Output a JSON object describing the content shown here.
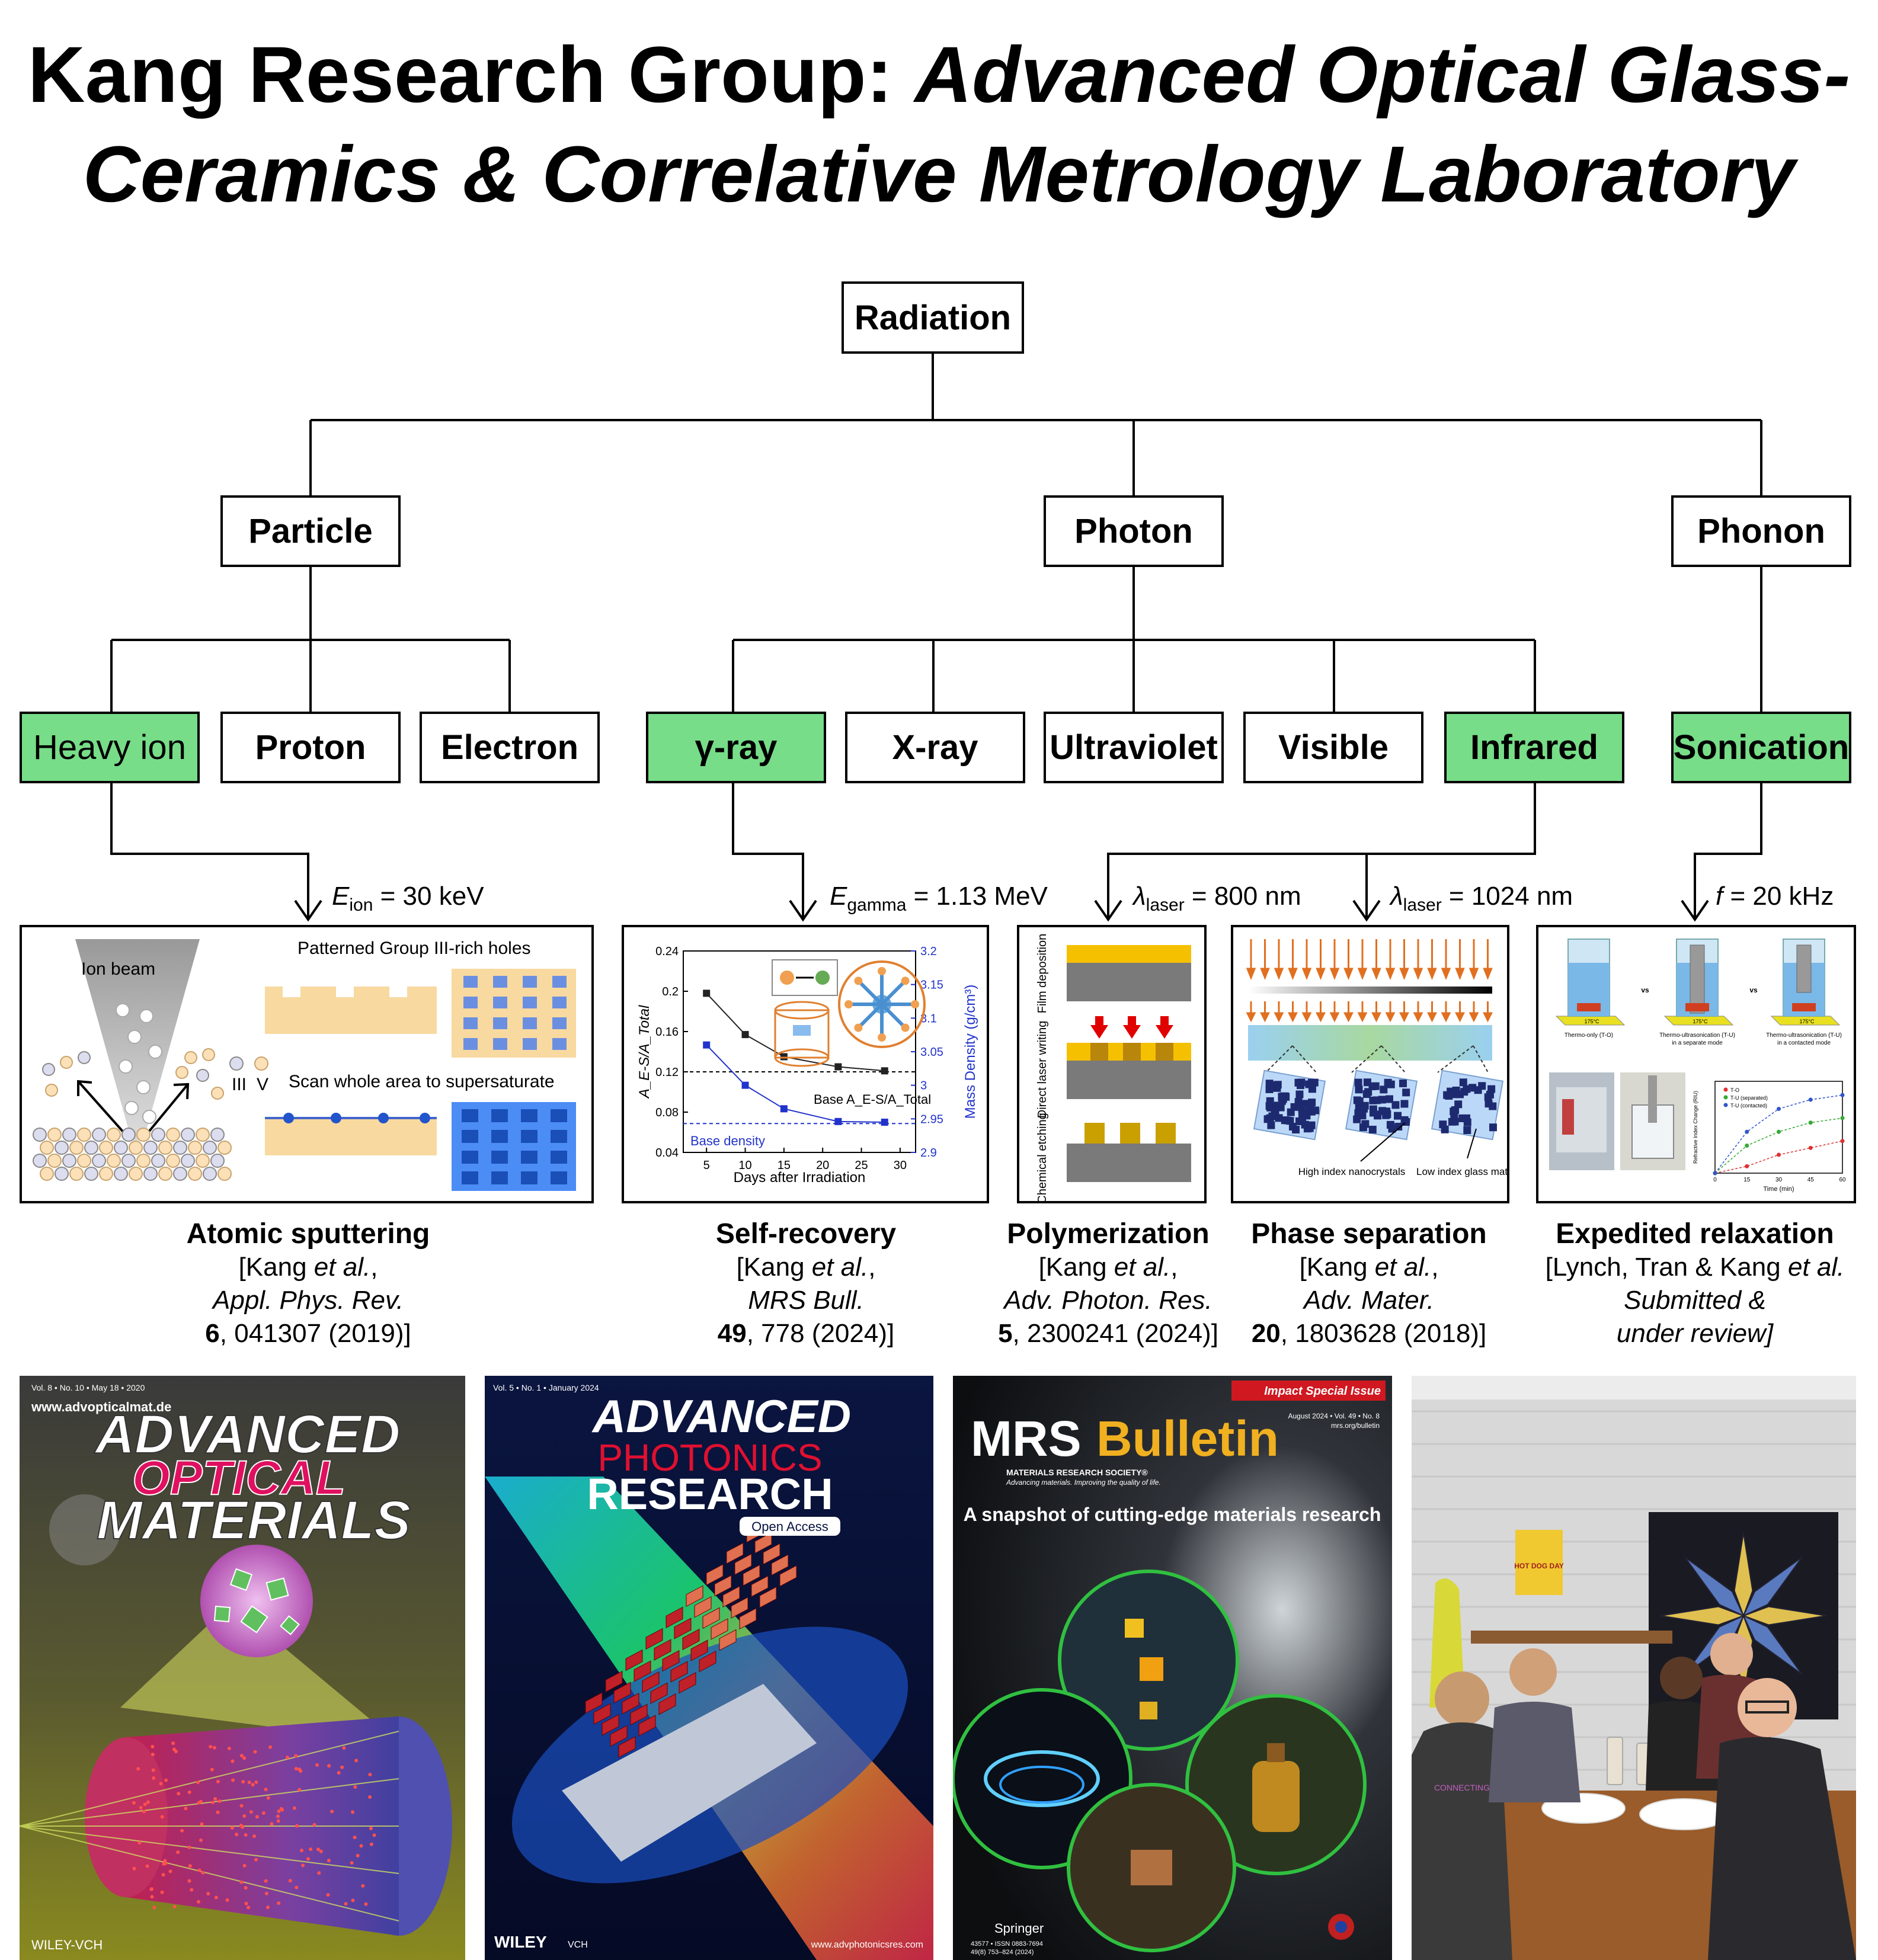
{
  "title": {
    "prefix": "Kang Research Group: ",
    "italic1": "Advanced Optical Glass-",
    "italic2": "Ceramics & Correlative Metrology Laboratory"
  },
  "tree": {
    "root": "Radiation",
    "level1": [
      "Particle",
      "Photon",
      "Phonon"
    ],
    "particle": [
      "Heavy ion",
      "Proton",
      "Electron"
    ],
    "photon": [
      "γ-ray",
      "X-ray",
      "Ultraviolet",
      "Visible",
      "Infrared"
    ],
    "phonon": [
      "Sonication"
    ],
    "highlighted": [
      "Heavy ion",
      "γ-ray",
      "Infrared",
      "Sonication"
    ],
    "highlight_color": "#77dd88"
  },
  "conditions": {
    "ion": {
      "sym": "E",
      "sub": "ion",
      "rest": " = 30 keV"
    },
    "gamma": {
      "sym": "E",
      "sub": "gamma",
      "rest": " = 1.13 MeV"
    },
    "laser800": {
      "sym": "λ",
      "sub": "laser",
      "rest": " = 800 nm"
    },
    "laser1024": {
      "sym": "λ",
      "sub": "laser",
      "rest": " = 1024 nm"
    },
    "freq": {
      "sym": "f",
      "rest": " = 20 kHz"
    }
  },
  "panels": {
    "sputter": {
      "ion_beam": "Ion beam",
      "patterned": "Patterned Group III-rich holes",
      "scan": "Scan whole area to supersaturate",
      "legend_iii": "III",
      "legend_v": "V"
    },
    "recovery": {
      "xlabel": "Days after Irradiation",
      "ylabel_left": "A_E-S/A_Total",
      "ylabel_right": "Mass Density (g/cm³)",
      "base_ratio": "Base A_E-S/A_Total",
      "base_density": "Base density"
    },
    "polymerization": {
      "step1": "Film deposition",
      "step2": "Direct laser writing",
      "step3": "Chemical etching"
    },
    "phase": {
      "high_index": "High index nanocrystals",
      "low_index": "Low index glass matrix"
    },
    "relaxation": {
      "b1": "Thermo-only (T-O)",
      "b2": "Thermo-ultrasonication (T-U) in a separate mode",
      "b3": "Thermo-ultrasonication (T-U) in a contacted mode",
      "vs": "vs",
      "temp": "175°C",
      "xlabel": "Time (min)",
      "ylabel": "Refractive Index Change (RIU)",
      "legend": [
        "T-O",
        "T-U (separated)",
        "T-U (contacted)"
      ]
    }
  },
  "chart_data": [
    {
      "type": "line",
      "x": [
        5,
        10,
        15,
        22,
        28
      ],
      "xlabel": "Days after Irradiation",
      "xlim": [
        2,
        32
      ],
      "series": [
        {
          "name": "A_E-S/A_Total",
          "axis": "left",
          "values": [
            0.198,
            0.157,
            0.135,
            0.125,
            0.121
          ],
          "color": "#222222"
        },
        {
          "name": "Mass Density",
          "axis": "right",
          "values": [
            3.06,
            3.0,
            2.965,
            2.946,
            2.945
          ],
          "color": "#2233cc"
        }
      ],
      "ylim_left": [
        0.04,
        0.24
      ],
      "yticks_left": [
        0.04,
        0.08,
        0.12,
        0.16,
        0.2,
        0.24
      ],
      "ylim_right": [
        2.9,
        3.2
      ],
      "yticks_right": [
        2.9,
        2.95,
        3,
        3.05,
        3.1,
        3.15,
        3.2
      ],
      "xticks": [
        5,
        10,
        15,
        20,
        25,
        30
      ],
      "base_left": 0.12,
      "base_right": 2.943
    },
    {
      "type": "line",
      "x": [
        0,
        15,
        30,
        45,
        60
      ],
      "xlabel": "Time (min)",
      "xlim": [
        0,
        60
      ],
      "series": [
        {
          "name": "T-O",
          "values": [
            0,
            0.0003,
            0.0008,
            0.0011,
            0.0014
          ],
          "color": "#dd3333"
        },
        {
          "name": "T-U (separated)",
          "values": [
            0,
            0.0012,
            0.0018,
            0.0022,
            0.0024
          ],
          "color": "#33aa33"
        },
        {
          "name": "T-U (contacted)",
          "values": [
            0,
            0.0018,
            0.0028,
            0.0032,
            0.0034
          ],
          "color": "#3355cc"
        }
      ],
      "ylim": [
        0,
        0.004
      ]
    }
  ],
  "captions": [
    {
      "h": "Atomic sputtering",
      "l1a": "[Kang ",
      "l1i": "et al.",
      "l1b": ",",
      "l2": "Appl. Phys. Rev.",
      "l3b": "6",
      "l3": ", 041307 (2019)]"
    },
    {
      "h": "Self-recovery",
      "l1a": "[Kang ",
      "l1i": "et al.",
      "l1b": ",",
      "l2": "MRS Bull.",
      "l3b": "49",
      "l3": ", 778 (2024)]"
    },
    {
      "h": "Polymerization",
      "l1a": "[Kang ",
      "l1i": "et al.",
      "l1b": ",",
      "l2": "Adv. Photon. Res.",
      "l3b": "5",
      "l3": ", 2300241 (2024)]"
    },
    {
      "h": "Phase separation",
      "l1a": "[Kang ",
      "l1i": "et al.",
      "l1b": ",",
      "l2": "Adv. Mater.",
      "l3b": "20",
      "l3": ", 1803628 (2018)]"
    },
    {
      "h": "Expedited relaxation",
      "l1a": "[Lynch, Tran & Kang ",
      "l1i": "et al.",
      "l1b": "",
      "l2": "Submitted &",
      "l3b": "",
      "l3": "under review]"
    }
  ],
  "covers": {
    "aom": {
      "top": "Vol. 8 • No. 10 • May 18 • 2020",
      "url": "www.advopticalmat.de",
      "w1": "ADVANCED",
      "w2": "OPTICAL",
      "w3": "MATERIALS",
      "pub": "WILEY-VCH"
    },
    "apr": {
      "top": "Vol. 5 • No. 1 • January 2024",
      "w1": "ADVANCED",
      "w2": "PHOTONICS",
      "w3": "RESEARCH",
      "oa": "Open Access",
      "pub": "WILEY",
      "pub2": "VCH",
      "url": "www.advphotonicsres.com"
    },
    "mrs": {
      "banner": "Impact Special Issue",
      "w1": "MRS",
      "w2": "Bulletin",
      "issue": "August 2024 • Vol. 49 • No. 8",
      "site": "mrs.org/bulletin",
      "society": "MATERIALS RESEARCH SOCIETY®",
      "motto": "Advancing materials. Improving the quality of life.",
      "tagline": "A snapshot of cutting-edge materials research",
      "springer": "Springer",
      "issn": "43577 • ISSN 0883-7694",
      "pages": "49(8) 753–824 (2024)"
    },
    "photo": {
      "poster": "HOT DOG DAY",
      "shirt": "CONNECTING"
    }
  }
}
